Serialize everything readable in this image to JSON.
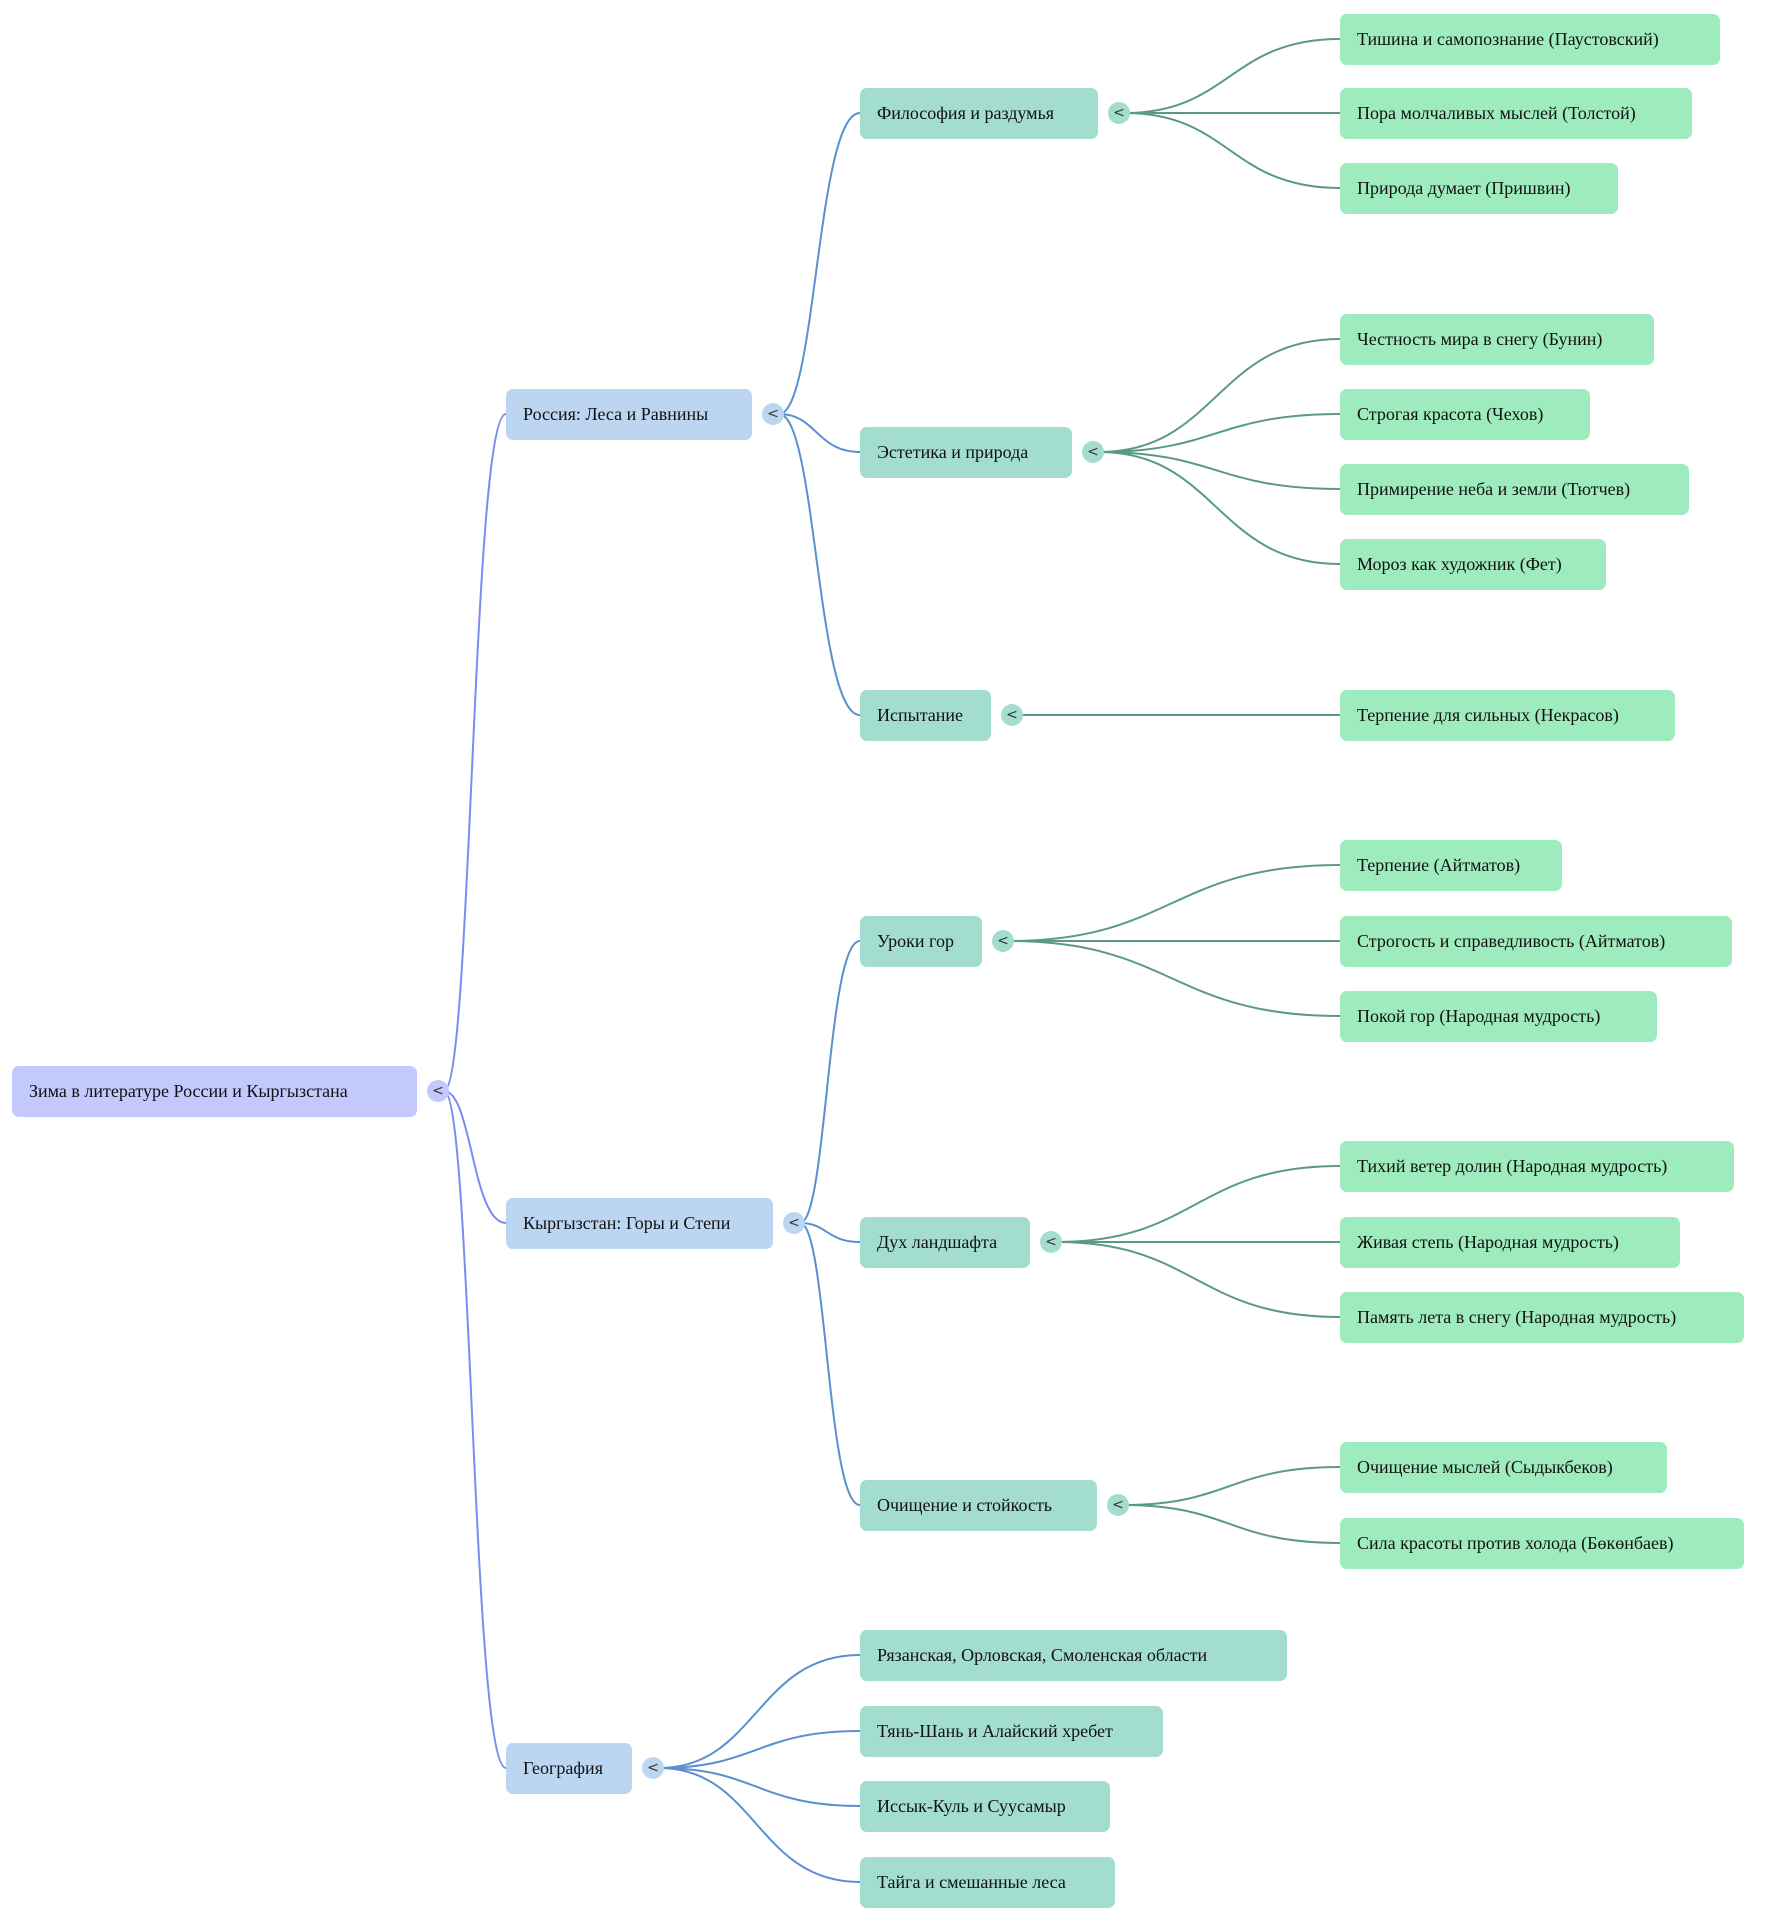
{
  "colors": {
    "root_fill": "#c3c8fd",
    "branch_fill": "#bcd5f1",
    "topic_fill": "#a3ddd0",
    "leaf_fill": "#9eecbd",
    "root_link": "#7b8cf0",
    "branch_link": "#5b8fd0",
    "topic_link": "#5a9a85"
  },
  "toggle_icon": "<",
  "root": {
    "label": "Зима в литературе России и Кыргызстана",
    "children": [
      {
        "label": "Россия: Леса и Равнины",
        "children": [
          {
            "label": "Философия и раздумья",
            "children": [
              {
                "label": "Тишина и самопознание (Паустовский)"
              },
              {
                "label": "Пора молчаливых мыслей (Толстой)"
              },
              {
                "label": "Природа думает (Пришвин)"
              }
            ]
          },
          {
            "label": "Эстетика и природа",
            "children": [
              {
                "label": "Честность мира в снегу (Бунин)"
              },
              {
                "label": "Строгая красота (Чехов)"
              },
              {
                "label": "Примирение неба и земли (Тютчев)"
              },
              {
                "label": "Мороз как художник (Фет)"
              }
            ]
          },
          {
            "label": "Испытание",
            "children": [
              {
                "label": "Терпение для сильных (Некрасов)"
              }
            ]
          }
        ]
      },
      {
        "label": "Кыргызстан: Горы и Степи",
        "children": [
          {
            "label": "Уроки гор",
            "children": [
              {
                "label": "Терпение (Айтматов)"
              },
              {
                "label": "Строгость и справедливость (Айтматов)"
              },
              {
                "label": "Покой гор (Народная мудрость)"
              }
            ]
          },
          {
            "label": "Дух ландшафта",
            "children": [
              {
                "label": "Тихий ветер долин (Народная мудрость)"
              },
              {
                "label": "Живая степь (Народная мудрость)"
              },
              {
                "label": "Память лета в снегу (Народная мудрость)"
              }
            ]
          },
          {
            "label": "Очищение и стойкость",
            "children": [
              {
                "label": "Очищение мыслей (Сыдыкбеков)"
              },
              {
                "label": "Сила красоты против холода (Бөкөнбаев)"
              }
            ]
          }
        ]
      },
      {
        "label": "География",
        "children": [
          {
            "label": "Рязанская, Орловская, Смоленская области"
          },
          {
            "label": "Тянь-Шань и Алайский хребет"
          },
          {
            "label": "Иссык-Куль и Суусамыр"
          },
          {
            "label": "Тайга и смешанные леса"
          }
        ]
      }
    ]
  }
}
